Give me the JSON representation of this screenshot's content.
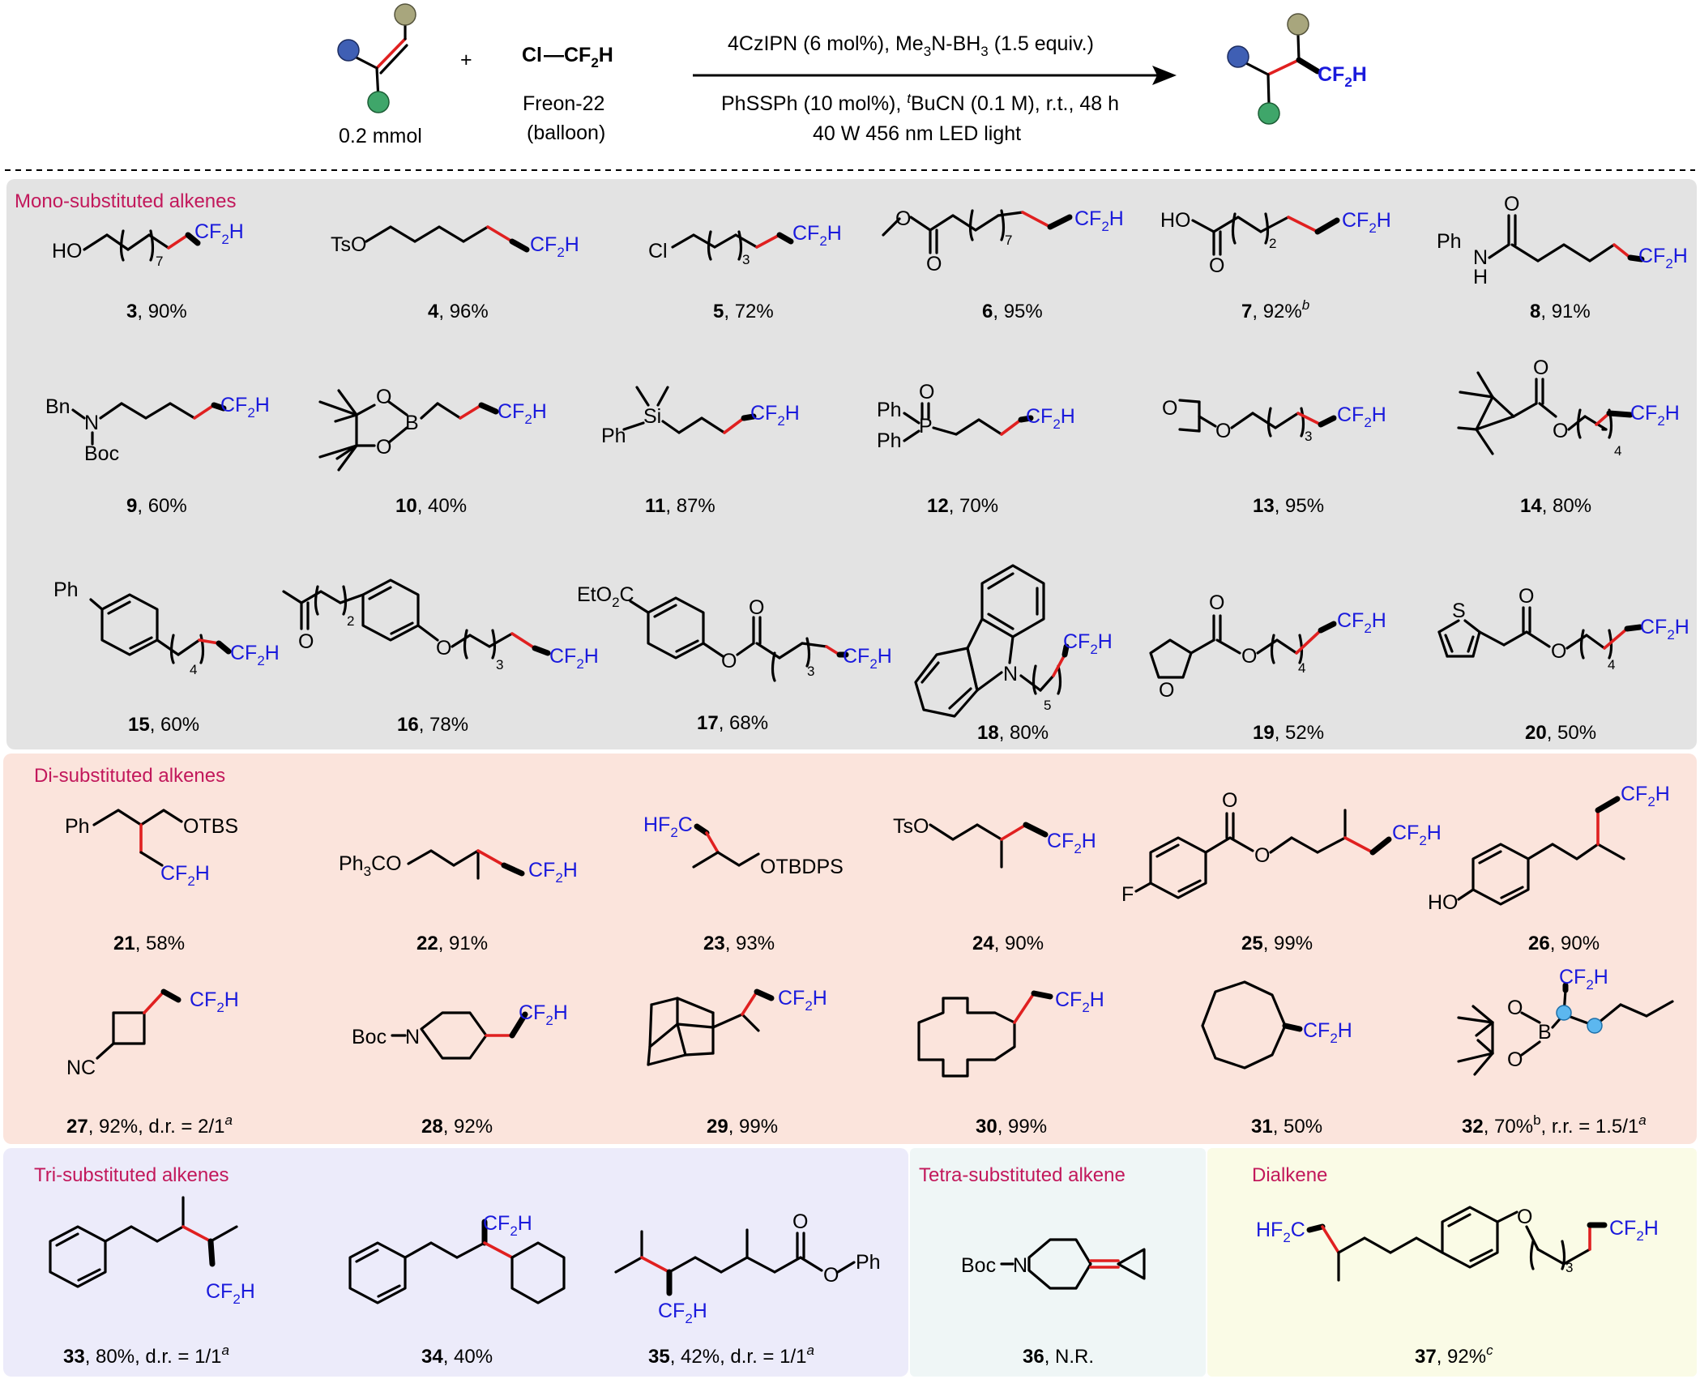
{
  "header": {
    "substrate_amount": "0.2 mmol",
    "plus": "+",
    "reagent": "Cl—CF2H",
    "reagent_name": "Freon-22",
    "reagent_form": "(balloon)",
    "condition_line1": "4CzIPN (6 mol%), Me3N-BH3 (1.5 equiv.)",
    "condition_line2": "PhSSPh (10 mol%), tBuCN (0.1 M), r.t., 48 h",
    "condition_line3": "40 W 456 nm LED light",
    "product_group": "CF2H"
  },
  "sections": {
    "mono": "Mono-substituted alkenes",
    "di": "Di-substituted alkenes",
    "tri": "Tri-substituted alkenes",
    "tetra": "Tetra-substituted alkene",
    "dialkene": "Dialkene"
  },
  "colors": {
    "mono_bg": "#e3e3e3",
    "di_bg": "#fbe4dc",
    "tri_bg": "#ecebfa",
    "tetra_bg": "#eff6f6",
    "dialkene_bg": "#fafbe6",
    "section_title": "#c2185b",
    "cf2h": "#1a1adc",
    "new_bond": "#e02020"
  },
  "compounds": [
    {
      "id": "3",
      "yield": ", 90%"
    },
    {
      "id": "4",
      "yield": ", 96%"
    },
    {
      "id": "5",
      "yield": ", 72%"
    },
    {
      "id": "6",
      "yield": ", 95%"
    },
    {
      "id": "7",
      "yield": ", 92%",
      "note": "b"
    },
    {
      "id": "8",
      "yield": ", 91%"
    },
    {
      "id": "9",
      "yield": ", 60%"
    },
    {
      "id": "10",
      "yield": ", 40%"
    },
    {
      "id": "11",
      "yield": ", 87%"
    },
    {
      "id": "12",
      "yield": ", 70%"
    },
    {
      "id": "13",
      "yield": ", 95%"
    },
    {
      "id": "14",
      "yield": ", 80%"
    },
    {
      "id": "15",
      "yield": ", 60%"
    },
    {
      "id": "16",
      "yield": ", 78%"
    },
    {
      "id": "17",
      "yield": ", 68%"
    },
    {
      "id": "18",
      "yield": ", 80%"
    },
    {
      "id": "19",
      "yield": ", 52%"
    },
    {
      "id": "20",
      "yield": ", 50%"
    },
    {
      "id": "21",
      "yield": ", 58%"
    },
    {
      "id": "22",
      "yield": ", 91%"
    },
    {
      "id": "23",
      "yield": ", 93%"
    },
    {
      "id": "24",
      "yield": ", 90%"
    },
    {
      "id": "25",
      "yield": ", 99%"
    },
    {
      "id": "26",
      "yield": ", 90%"
    },
    {
      "id": "27",
      "yield": ", 92%, d.r. = 2/1",
      "note": "a"
    },
    {
      "id": "28",
      "yield": ", 92%"
    },
    {
      "id": "29",
      "yield": ", 99%"
    },
    {
      "id": "30",
      "yield": ", 99%"
    },
    {
      "id": "31",
      "yield": ", 50%"
    },
    {
      "id": "32",
      "yield": ", 70%",
      "note": "b",
      "extra": ", r.r. = 1.5/1",
      "note2": "a"
    },
    {
      "id": "33",
      "yield": ", 80%, d.r. = 1/1",
      "note": "a"
    },
    {
      "id": "34",
      "yield": ", 40%"
    },
    {
      "id": "35",
      "yield": ", 42%, d.r. = 1/1",
      "note": "a"
    },
    {
      "id": "36",
      "yield": ", N.R."
    },
    {
      "id": "37",
      "yield": ", 92%",
      "note": "c"
    }
  ],
  "fragments": {
    "cf2h": "CF2H",
    "hf2c": "HF2C",
    "HO": "HO",
    "TsO": "TsO",
    "Cl": "Cl",
    "O": "O",
    "H": "H",
    "N": "N",
    "Ph": "Ph",
    "PhN": "Ph",
    "Bn": "Bn",
    "Boc": "Boc",
    "B": "B",
    "Si": "Si",
    "P": "P",
    "S": "S",
    "F": "F",
    "NC": "NC",
    "OTBS": "OTBS",
    "OTBDPS": "OTBDPS",
    "Ph3CO": "Ph3CO",
    "EtO2C": "EtO2C",
    "Boc_N": "Boc",
    "n7": "7",
    "n3": "3",
    "n2": "2",
    "n4": "4",
    "n5": "5"
  }
}
